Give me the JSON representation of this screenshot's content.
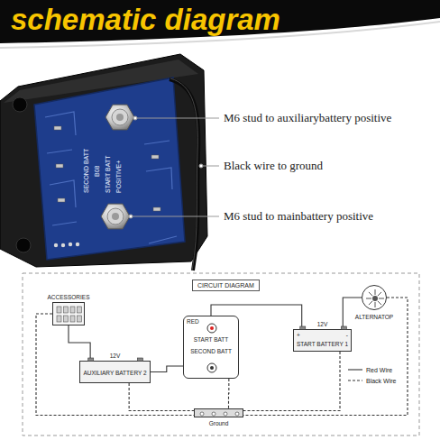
{
  "diagram": {
    "title": "schematic diagram",
    "nodes": [
      {
        "text": [
          "ACCESSORIES"
        ]
      },
      {
        "text": [
          "12V",
          "AUXILIARY BATTERY 2"
        ]
      },
      {
        "text": [
          "RED",
          "START BATT",
          "SECOND BATT"
        ]
      },
      {
        "text": [
          "12V",
          "+",
          "-",
          "START BATTERY 1"
        ]
      },
      {
        "text": [
          "ALTERNATOP"
        ]
      },
      {
        "text": [
          "Ground"
        ]
      }
    ],
    "edges": [
      {
        "from": 0,
        "to": 1,
        "arrow": "none"
      },
      {
        "from": 1,
        "to": 2,
        "arrow": "none"
      },
      {
        "from": 2,
        "to": 3,
        "arrow": "none"
      },
      {
        "from": 3,
        "to": 4,
        "arrow": "none"
      },
      {
        "from": 2,
        "to": 5,
        "arrow": "none"
      },
      {
        "from": 1,
        "to": 5,
        "arrow": "none"
      },
      {
        "from": 3,
        "to": 5,
        "arrow": "none"
      },
      {
        "from": 4,
        "to": 5,
        "arrow": "none"
      },
      {
        "from": 0,
        "to": 5,
        "arrow": "none"
      }
    ],
    "labels": [
      "M6 stud to auxiliarybattery positive",
      "Black wire to ground",
      "M6 stud to mainbattery positive",
      "SECOND BATT",
      "B08",
      "START BATT",
      "POSITIVE+",
      "CIRCUIT DIAGRAM"
    ],
    "legend": [
      {
        "text": "Red Wire"
      },
      {
        "text": "Black Wire"
      }
    ]
  }
}
